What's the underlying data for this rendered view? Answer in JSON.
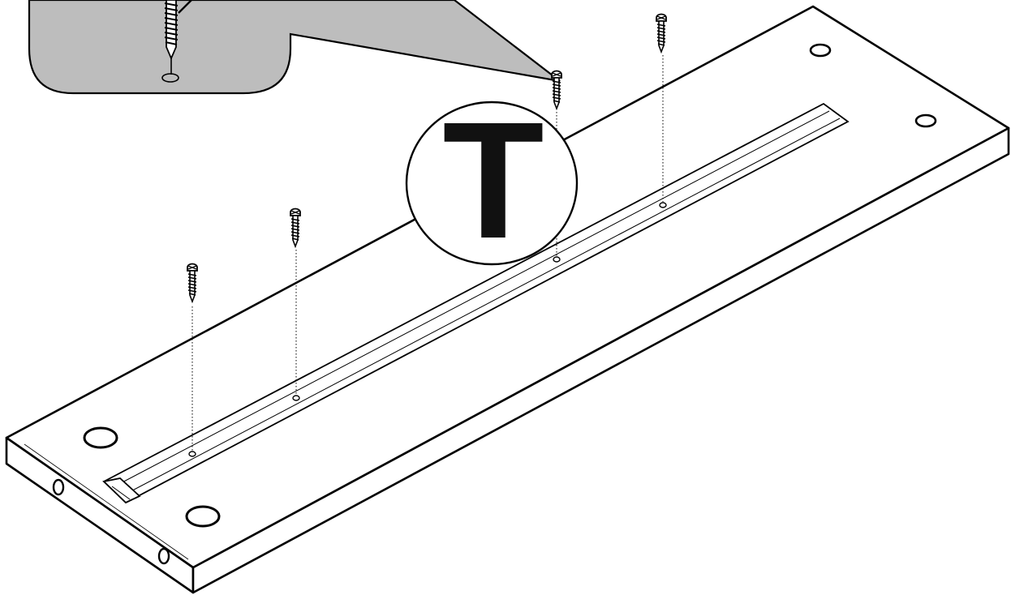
{
  "diagram": {
    "part_label": "T",
    "screws": [
      {
        "name": "screw-left"
      },
      {
        "name": "screw-center-left"
      },
      {
        "name": "screw-center"
      },
      {
        "name": "screw-right"
      }
    ],
    "colors": {
      "line": "#000000",
      "board_fill": "#ffffff",
      "callout_fill": "#bdbdbd",
      "label_fill": "#111111"
    }
  }
}
